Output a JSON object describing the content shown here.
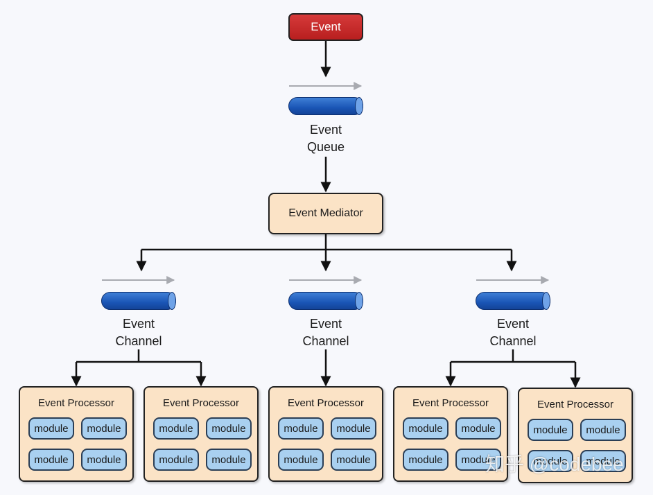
{
  "event": {
    "label": "Event"
  },
  "queue": {
    "line1": "Event",
    "line2": "Queue"
  },
  "mediator": {
    "label": "Event Mediator"
  },
  "channels": [
    {
      "line1": "Event",
      "line2": "Channel"
    },
    {
      "line1": "Event",
      "line2": "Channel"
    },
    {
      "line1": "Event",
      "line2": "Channel"
    }
  ],
  "processors": [
    {
      "title": "Event Processor",
      "modules": [
        "module",
        "module",
        "module",
        "module"
      ]
    },
    {
      "title": "Event Processor",
      "modules": [
        "module",
        "module",
        "module",
        "module"
      ]
    },
    {
      "title": "Event Processor",
      "modules": [
        "module",
        "module",
        "module",
        "module"
      ]
    },
    {
      "title": "Event Processor",
      "modules": [
        "module",
        "module",
        "module",
        "module"
      ]
    },
    {
      "title": "Event Processor",
      "modules": [
        "module",
        "module",
        "module",
        "module"
      ]
    }
  ],
  "watermark": {
    "text": "知乎 @codebee"
  },
  "colors": {
    "event": "#c62828",
    "pipe": "#1a55b5",
    "box": "#fbe3c6",
    "module": "#a9d0f0"
  }
}
